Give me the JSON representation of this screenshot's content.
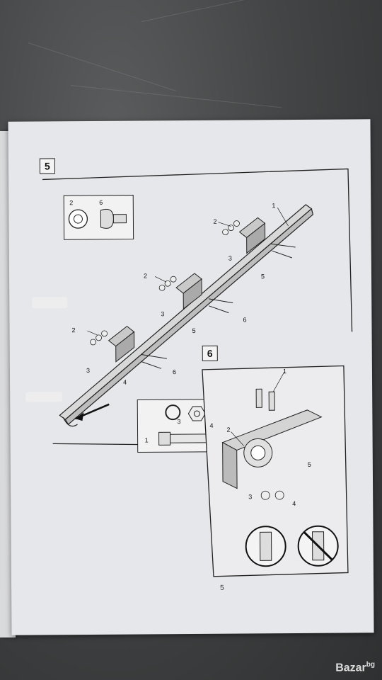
{
  "document": {
    "step_5_label": "5",
    "step_6_label": "6",
    "page_number": "5"
  },
  "callouts": {
    "one": "1",
    "two": "2",
    "three": "3",
    "four": "4",
    "five": "5",
    "six": "6"
  },
  "watermark": {
    "text": "Bazar",
    "suffix": "bg"
  }
}
